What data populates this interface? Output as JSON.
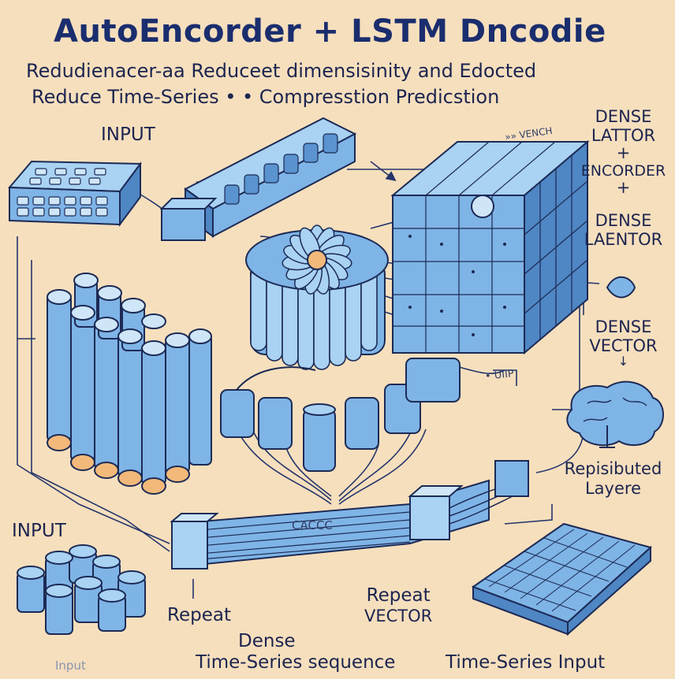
{
  "title": "AutoEncorder + LSTM Dncodie",
  "subtitle_line1": "Redudienacer-aa Reduceet  dimensisinity and Edocted",
  "subtitle_line2": "Reduce    Time-Series • • Compresstion  Predicstion",
  "labels": {
    "input_top": "INPUT",
    "input_bottom": "INPUT",
    "input_faded": "Input",
    "dense_lattor": [
      "DENSE",
      "LATTOR",
      "+",
      "ENCORDER",
      "+"
    ],
    "dense_laentor": [
      "DENSE",
      "LAENTOR"
    ],
    "dense_vector": [
      "DENSE",
      "VECTOR",
      "↓"
    ],
    "repisibuted": [
      "Repisibuted",
      "Layere"
    ],
    "cacc": "CACCC",
    "repeat_left": "Repeat",
    "dense_bottom": "Dense",
    "repeat_vector": [
      "Repeat",
      "VECTOR"
    ],
    "seq_bottom": "Time-Series sequence",
    "ts_input": "Time-Series Input",
    "scribble_top": "»» VENCH",
    "scribble_right": "• UIIP"
  },
  "colors": {
    "background": "#f6dfbd",
    "block_fill": "#7fb4e6",
    "block_light": "#a9d2f3",
    "block_dark": "#4f86c4",
    "outline": "#1c2a55",
    "accent_orange": "#f2b97a"
  }
}
